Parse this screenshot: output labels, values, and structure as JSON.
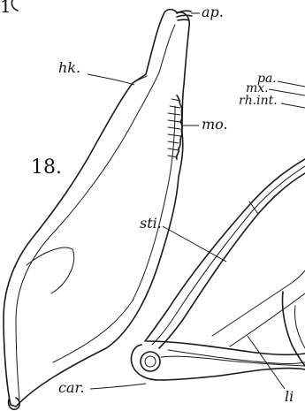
{
  "figure": {
    "number": "18.",
    "corner_fragment": "1",
    "labels": {
      "ap": "ap.",
      "hk": "hk.",
      "pa": "pa.",
      "mx": "mx.",
      "rh_int": "rh.int.",
      "mo": "mo.",
      "sti": "sti.",
      "car": "car.",
      "li": "li"
    }
  }
}
